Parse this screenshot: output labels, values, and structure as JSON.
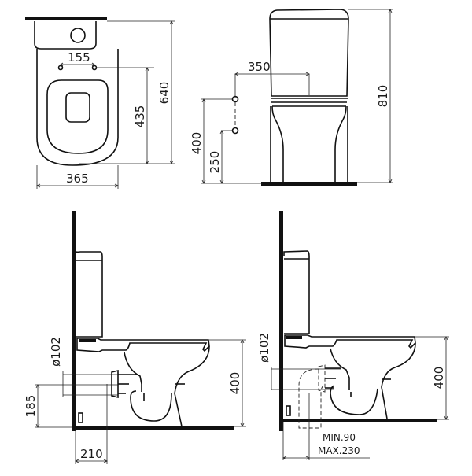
{
  "drawing": {
    "type": "technical drawing - close-coupled toilet dimensions",
    "units": "mm",
    "stroke_color": "#111111",
    "background": "#ffffff"
  },
  "views": {
    "top_view": {
      "width": "365",
      "seat_fix_spacing": "155",
      "fix_to_front": "435",
      "overall_depth": "640"
    },
    "front_view": {
      "overall_height": "810",
      "water_inlet_offset": "350",
      "inlet_height_high": "400",
      "inlet_height_low": "250"
    },
    "side_view_floor_outlet": {
      "pipe_diameter": "ø102",
      "outlet_height": "185",
      "seat_height": "400",
      "wall_to_outlet": "210"
    },
    "side_view_wall_outlet": {
      "pipe_diameter": "ø102",
      "seat_height": "400",
      "wall_distance_min": "MIN.90",
      "wall_distance_max": "MAX.230"
    }
  }
}
